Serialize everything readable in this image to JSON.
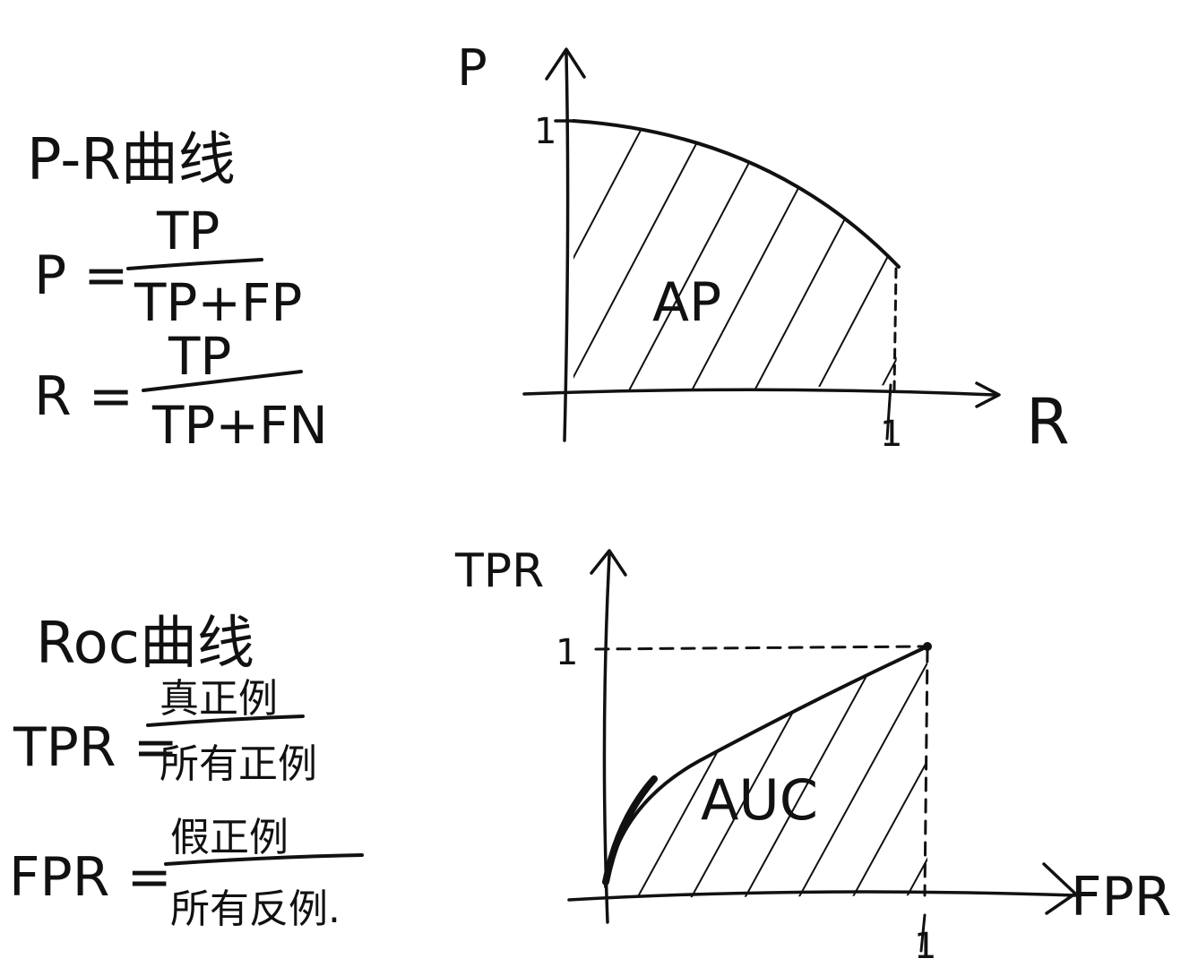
{
  "notes": {
    "pr_title": "P-R曲线",
    "p_formula": {
      "lhs": "P =",
      "numerator": "TP",
      "denominator": "TP+FP"
    },
    "r_formula": {
      "lhs": "R =",
      "numerator": "TP",
      "denominator": "TP+FN"
    },
    "roc_title": "Roc曲线",
    "tpr_formula": {
      "lhs": "TPR =",
      "numerator": "真正例",
      "denominator": "所有正例"
    },
    "fpr_formula": {
      "lhs": "FPR =",
      "numerator": "假正例",
      "denominator": "所有反例."
    }
  },
  "pr_graph": {
    "y_label": "P",
    "x_label": "R",
    "y_tick": "1",
    "x_tick": "1",
    "area_label": "AP"
  },
  "roc_graph": {
    "y_label": "TPR",
    "x_label": "FPR",
    "y_tick": "1",
    "x_tick": "1",
    "area_label": "AUC"
  },
  "colors": {
    "ink": "#111111",
    "paper": "#ffffff"
  }
}
